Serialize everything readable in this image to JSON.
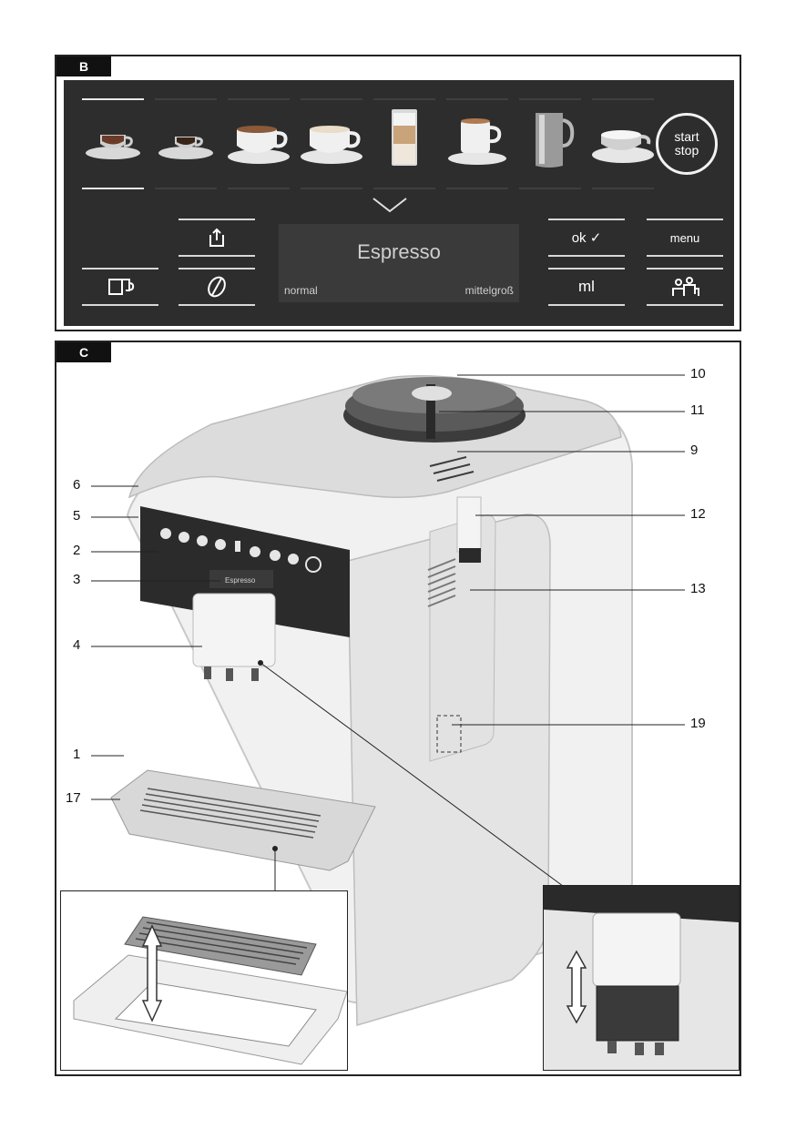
{
  "panel_b": {
    "tag": "B",
    "beverages": [
      {
        "name": "espresso-cup-icon",
        "selected": true
      },
      {
        "name": "ristretto-cup-icon",
        "selected": false
      },
      {
        "name": "coffee-cup-icon",
        "selected": false
      },
      {
        "name": "cappuccino-cup-icon",
        "selected": false
      },
      {
        "name": "latte-glass-icon",
        "selected": false
      },
      {
        "name": "milk-coffee-cup-icon",
        "selected": false
      },
      {
        "name": "milk-jug-icon",
        "selected": false
      },
      {
        "name": "milk-froth-cup-icon",
        "selected": false
      }
    ],
    "start_stop": {
      "line1": "start",
      "line2": "stop"
    },
    "display": {
      "beverage": "Espresso",
      "strength": "normal",
      "size": "mittelgroß"
    },
    "ok_label": "ok ✓",
    "menu_label": "menu",
    "ml_label": "ml",
    "colors": {
      "panel": "#2d2d2d",
      "display": "#3a3a3a",
      "text": "#ffffff"
    }
  },
  "panel_c": {
    "tag": "C",
    "callouts_left": [
      "6",
      "5",
      "2",
      "3",
      "4",
      "1",
      "17"
    ],
    "callouts_right": [
      "10",
      "11",
      "9",
      "12",
      "13",
      "19"
    ],
    "machine_display_text": "Espresso"
  }
}
